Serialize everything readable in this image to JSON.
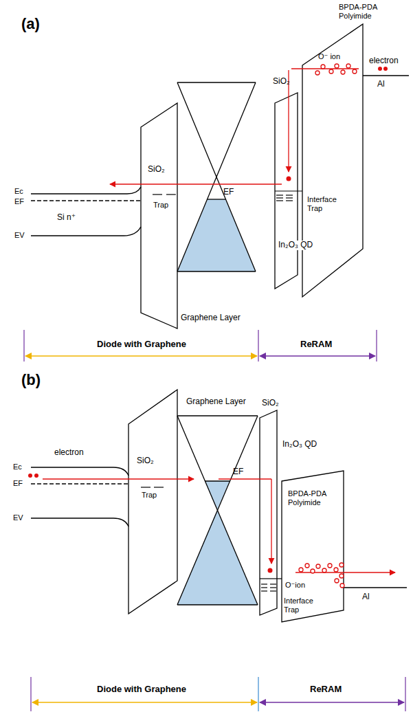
{
  "diagram": {
    "labels": [
      "(a)",
      "BPDA-PDA Polyimide",
      "SiO₂",
      "O⁻ ion",
      "electron",
      "Al",
      "Ec",
      "EF",
      "EV",
      "Si n⁺",
      "SiO₂",
      "Trap",
      "EF",
      "Interface Trap",
      "In₂O₃ QD",
      "Graphene Layer",
      "Diode with Graphene",
      "ReRAM",
      "(b)",
      "Graphene Layer",
      "SiO₂",
      "In₂O₃ QD",
      "electron",
      "Ec",
      "EF",
      "EV",
      "SiO₂",
      "Trap",
      "EF",
      "BPDA-PDA Polyimide",
      "O⁻ion",
      "Interface Trap",
      "Al",
      "Diode with Graphene",
      "ReRAM"
    ]
  }
}
